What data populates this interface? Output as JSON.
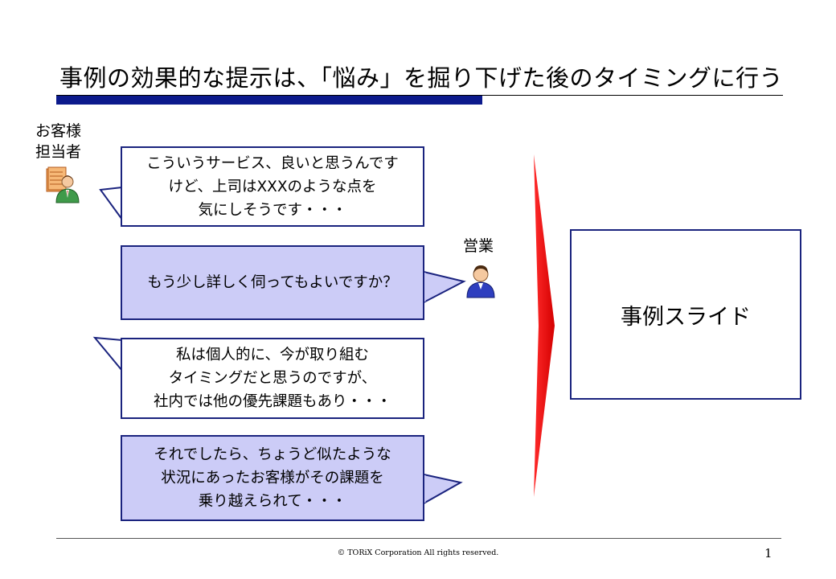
{
  "slide": {
    "title": "事例の効果的な提示は、「悩み」を掘り下げた後のタイミングに行う",
    "page_number": "1",
    "copyright": "© TORiX Corporation All rights reserved."
  },
  "customer": {
    "label_line1": "お客様",
    "label_line2": "担当者",
    "icon": "customer-person-icon"
  },
  "sales": {
    "label": "営業",
    "icon": "sales-person-icon"
  },
  "bubbles": [
    {
      "text": "こういうサービス、良いと思うんです\nけど、上司はXXXのような点を\n気にしそうです・・・",
      "speaker": "customer"
    },
    {
      "text": "もう少し詳しく伺ってもよいですか？",
      "speaker": "sales"
    },
    {
      "text": "私は個人的に、今が取り組む\nタイミングだと思うのですが、\n社内では他の優先課題もあり・・・",
      "speaker": "customer"
    },
    {
      "text": "それでしたら、ちょうど似たような\n状況にあったお客様がその課題を\n乗り越えられて・・・",
      "speaker": "sales"
    }
  ],
  "result_box": {
    "label": "事例スライド"
  },
  "colors": {
    "title_bar": "#0c1a8c",
    "bubble_border": "#1a237e",
    "sales_bubble_fill": "#ccccf7",
    "arrow": "#ff0000"
  }
}
